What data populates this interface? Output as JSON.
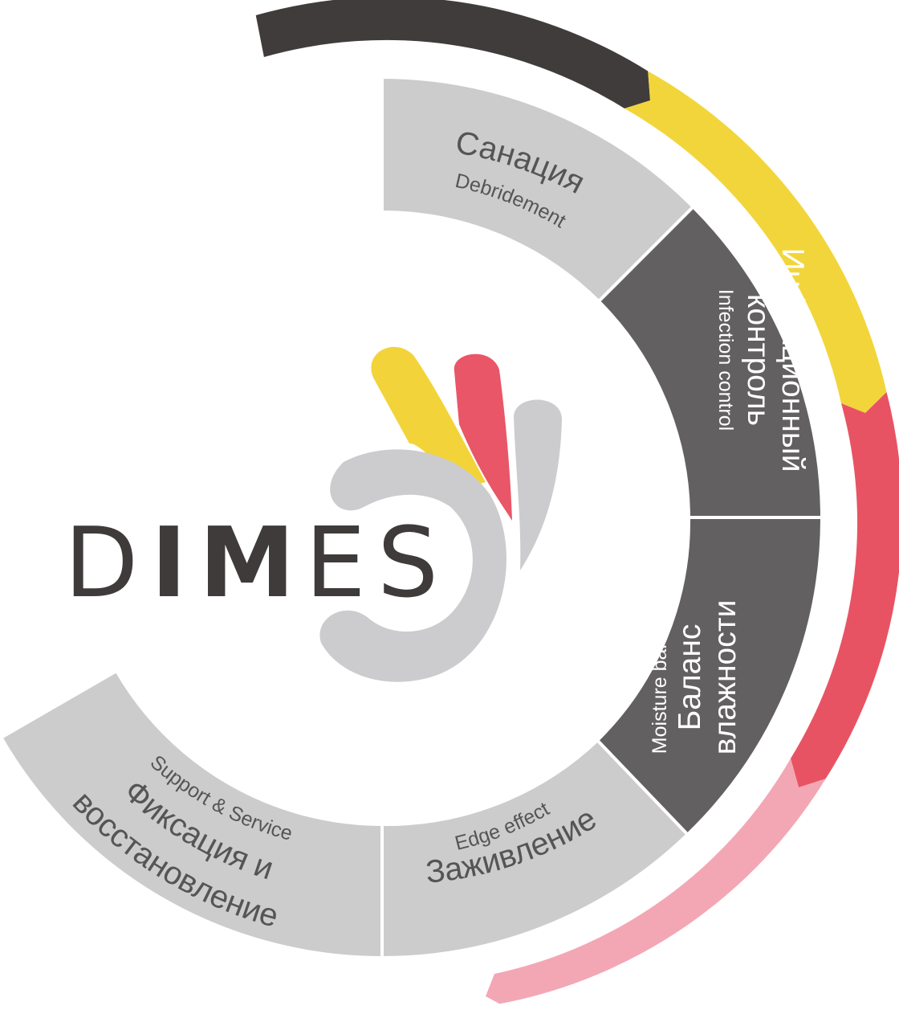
{
  "logo": {
    "letters": [
      "D",
      "I",
      "M",
      "E",
      "S"
    ],
    "colors": {
      "text_dark": "#3f3b3b",
      "emblem_grey": "#ccccce",
      "emblem_yellow": "#f2d43a",
      "emblem_red": "#e85668"
    }
  },
  "segments": [
    {
      "id": "debridement",
      "title_lines": [
        "Санация"
      ],
      "subtitle": "Debridement",
      "fill": "#cccccd",
      "text_color": "#555555"
    },
    {
      "id": "infection",
      "title_lines": [
        "Инфекционный",
        "контроль"
      ],
      "subtitle": "Infection control",
      "fill": "#626061",
      "text_color": "#ffffff"
    },
    {
      "id": "moisture",
      "title_lines": [
        "Баланс",
        "влажности"
      ],
      "subtitle": "Moisture balance",
      "fill": "#626061",
      "text_color": "#ffffff"
    },
    {
      "id": "edge",
      "title_lines": [
        "Заживление"
      ],
      "subtitle": "Edge effect",
      "fill": "#cccccd",
      "text_color": "#555555"
    },
    {
      "id": "support",
      "title_lines": [
        "Фиксация и",
        "восстановление"
      ],
      "subtitle": "Support & Service",
      "fill": "#cccccd",
      "text_color": "#555555"
    }
  ],
  "outer_arcs": [
    {
      "id": "arc-dark",
      "color": "#403c3b"
    },
    {
      "id": "arc-yellow",
      "color": "#f2d53a"
    },
    {
      "id": "arc-red",
      "color": "#e85363"
    },
    {
      "id": "arc-pink",
      "color": "#f3a7b4"
    }
  ]
}
